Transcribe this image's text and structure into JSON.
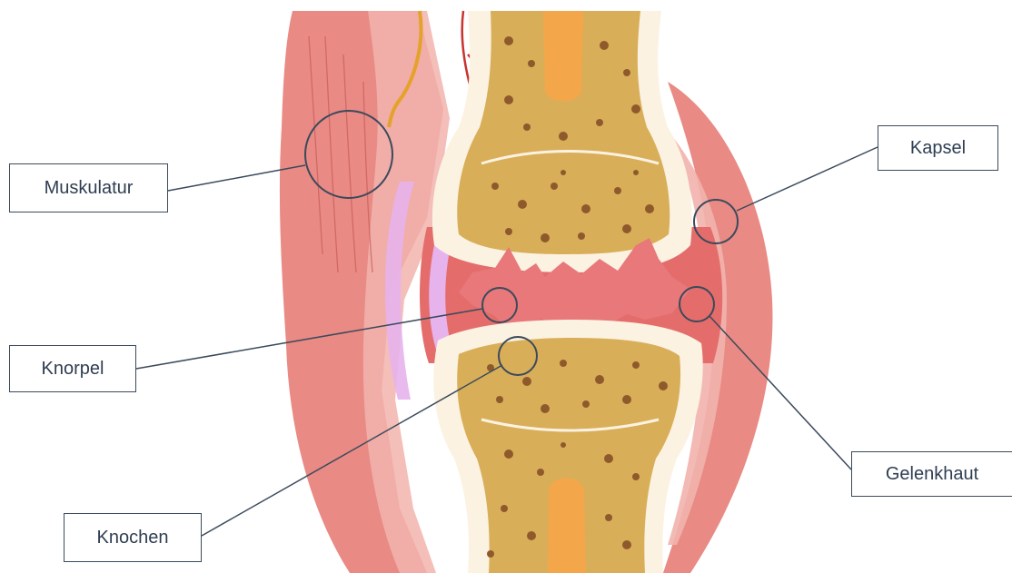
{
  "diagram": {
    "labels": {
      "muskulatur": "Muskulatur",
      "kapsel": "Kapsel",
      "knorpel": "Knorpel",
      "gelenkhaut": "Gelenkhaut",
      "knochen": "Knochen"
    },
    "colors": {
      "muscle": "#e98a84",
      "muscle_light": "#f2b3ad",
      "capsule": "#e46d6b",
      "synovium": "#e7b3ec",
      "cartilage_white": "#fbf2e1",
      "bone": "#d9ae59",
      "bone_spots": "#8e5a2c",
      "marrow": "#f4a64a",
      "damaged_cartilage": "#e8787a",
      "outline": "#3b4a5c",
      "nerve": "#e5a22a",
      "vessel": "#c8342e"
    }
  }
}
